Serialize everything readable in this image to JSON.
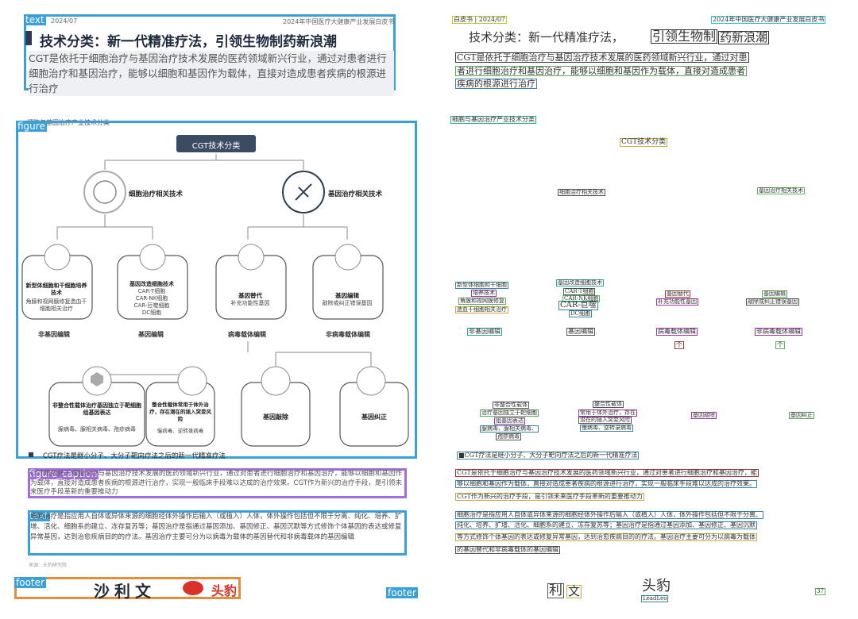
{
  "colors": {
    "text_block": "#3aa0d8",
    "figure_block": "#3aa0d8",
    "caption_block": "#a46ed8",
    "footer_block": "#e88d36",
    "page_accent": "#2f3b55",
    "chip": "#3c4b64"
  },
  "left": {
    "labels": {
      "text": "text",
      "figure": "figure",
      "caption": "figure_caption",
      "footer": "footer"
    },
    "header": {
      "date": "2024/07",
      "report": "2024年中国医疗大健康产业发展白皮书"
    },
    "title": "技术分类：新一代精准疗法，引领生物制药新浪潮",
    "intro": "CGT是依托于细胞治疗与基因治疗技术发展的医药领域新兴行业，通过对患者进行细胞治疗和基因治疗，能够以细胞和基因作为载体，直接对造成患者疾病的根源进行治疗",
    "figure_title": "细胞与基因治疗产业技术分类",
    "diagram": {
      "root": "CGT技术分类",
      "branch_cell": "细胞治疗相关技术",
      "branch_gene": "基因治疗相关技术",
      "card1_title": "新型体细胞和干细胞培养技术",
      "card1_sub": "角膜和视网膜修复造血干细胞相关治疗",
      "card2_title": "基因改造细胞技术",
      "card2_l1": "CAR-T细胞",
      "card2_l2": "CAR-NK细胞",
      "card2_l3": "CAR-巨噬细胞",
      "card2_l4": "DC细胞",
      "card3_title": "基因替代",
      "card3_sub": "补充功能性基因",
      "card4_title": "基因编辑",
      "card4_sub": "敲除或纠正错误基因",
      "lab1": "非基因编辑",
      "lab2": "基因编辑",
      "lab3": "病毒载体编辑",
      "lab4": "非病毒载体编辑",
      "card5_title": "非整合性载体治疗基因独立于靶细胞组基因表达",
      "card5_sub": "腺病毒、腺相关病毒、孢疹病毒",
      "card6_title": "整合性载体常用于体外治疗，存在潜在的插入突变风险",
      "card6_sub": "慢病毒、逆转录病毒",
      "card7_title": "基因敲除",
      "card8_title": "基因纠正",
      "bullet": "CGT疗法是继小分子、大分子靶向疗法之后的新一代精准疗法"
    },
    "caption": "CGT是依托于细胞治疗与基因治疗技术发展的医药领域新兴行业，通过对患者进行细胞治疗和基因治疗，能够以细胞和基因作为载体，直接对造成患者疾病的根源进行治疗，实现一般临床手段难以达成的治疗效果。CGT作为新兴的治疗手段，是引领未来医疗手段革新的重要推动力",
    "body": "细胞治疗是指应用人自体或异体来源的细胞经体外操作后输入（或植入）人体，体外操作包括但不限于分离、纯化、培养、扩增、活化、细胞系的建立、冻存复苏等；基因治疗是指通过基因添加、基因修正、基因沉默等方式修饰个体基因的表达或修复异常基因，达到治愈疾病目的的疗法。基因治疗主要可分为以病毒为载体的基因替代和非病毒载体的基因编辑",
    "source": "来源：头豹研究院",
    "footer_brand1": "沙利文",
    "footer_brand2": "头豹"
  },
  "right": {
    "header_left": "白皮书 | 2024/07",
    "header_right": "2024年中国医疗大健康产业发展白皮书",
    "title_a": "技术分类：新一代精准疗法，",
    "title_b": "引领生物制",
    "title_c": "药新浪潮",
    "intro1": "CGT是依托于细胞治疗与基因治疗技术发展的医药领域新兴行业，通过对患",
    "intro2": "者进行细胞治疗和基因治疗，能够以细胞和基因作为载体，直接对造成患者",
    "intro3": "疾病的根源进行治疗",
    "figtitle": "细胞与基因治疗产业技术分类",
    "root": "CGT技术分类",
    "cell": "细胞治疗相关技术",
    "gene": "基因治疗相关技术",
    "c1a": "新型体细胞和干细胞",
    "c1b": "培养技术",
    "c1c": "角膜和视网膜修复",
    "c1d": "造血干细胞相关治疗",
    "c2a": "基因改造细胞技术",
    "c2b": "CAR-T细胞",
    "c2c": "CAR-NK细胞",
    "c2d": "CAR-巨噬",
    "c2e": "DC细胞",
    "c3a": "基因替代",
    "c3b": "补充功能性基因",
    "c4a": "基因编辑",
    "c4b": "敲除或纠正错误基因",
    "l1": "非基因编辑",
    "l2": "基因编辑",
    "l3": "病毒载体编辑",
    "l3b": "个",
    "l4": "非病毒载体编辑",
    "l4b": "个",
    "c5a": "非整合性载体",
    "c5b": "治疗基因独立于靶细胞",
    "c5c": "组基因表达",
    "c5d": "腺病毒、腺相关病毒、",
    "c5e": "孢疹病毒",
    "c6a": "整合性载体",
    "c6b": "常用于体外治疗，存在",
    "c6c": "潜在的插入突变风险",
    "c6d": "慢病毒、逆转录病毒",
    "c7": "基因敲除",
    "c8": "基因纠正",
    "bullet": "■CGT疗法是继小分子、大分子靶向疗法之后的新一代精准疗法",
    "cap1": "CGT是依托于细胞治疗与基因治疗技术发展的医药领域新兴行业，通过对患者进行细胞治疗和基因治疗，能",
    "cap2": "够以细胞和基因作为载体，直接对造成患者疾病的根源进行治疗，实现一般临床手段难以达成的治疗效果。",
    "cap3": "CGT作为新兴的治疗手段，是引领未来医疗手段革新的重要推动力",
    "b1": "细胞治疗是指应用人自体或异体来源的细胞经体外操作后输入（或植入）人体，体外操作包括但不限于分离、",
    "b2": "纯化、培养、扩增、活化、细胞系的建立、冻存复苏等；基因治疗是指通过基因添加、基因修正、基因沉默",
    "b3": "等方式修饰个体基因的表达或修复异常基因，达到治愈疾病目的的疗法。基因治疗主要可分为以病毒为载体",
    "b4": "的基因替代和非病毒载体的基因编辑",
    "f1": "利",
    "f2": "文",
    "f3": "头豹",
    "f4": "LeadLeo",
    "page": "37"
  }
}
